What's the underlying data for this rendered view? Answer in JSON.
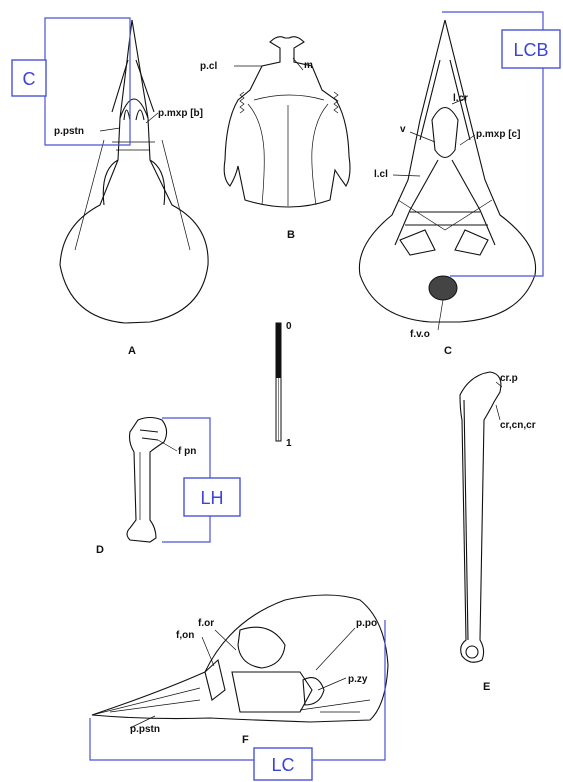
{
  "boxes": {
    "c": "C",
    "lcb": "LCB",
    "lh": "LH",
    "lc": "LC"
  },
  "panels": {
    "a": "A",
    "b": "B",
    "c": "C",
    "d": "D",
    "e": "E",
    "f": "F"
  },
  "labels": {
    "p_pstn_a": "p.pstn",
    "p_mxp_b": "p.mxp [b]",
    "p_cl": "p.cl",
    "m": "m",
    "l_cr": "l.cr",
    "v": "v",
    "p_mxp_c": "p.mxp [c]",
    "l_cl": "l.cl",
    "f_v_o": "f.v.o",
    "f_pn": "f pn",
    "cr_p": "cr.p",
    "cr_cn_cr": "cr,cn,cr",
    "f_or": "f.or",
    "f_on": "f,on",
    "p_po": "p.po",
    "p_pstn_f": "p.pstn",
    "p_zy": "p.zy"
  },
  "scale": {
    "top": "0",
    "bottom": "1"
  },
  "colors": {
    "annotation": "#4a52d9",
    "ink": "#111111"
  }
}
